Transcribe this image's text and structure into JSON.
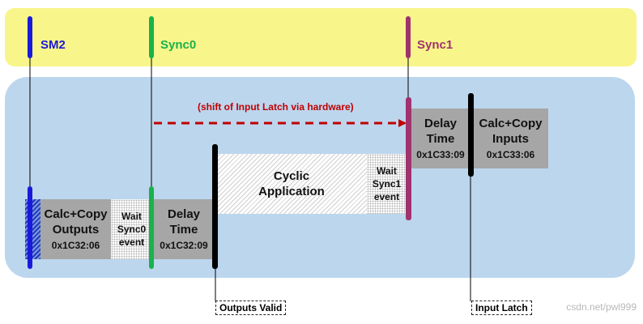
{
  "signals": {
    "sm2": {
      "label": "SM2",
      "color": "#1a1adb"
    },
    "sync0": {
      "label": "Sync0",
      "color": "#19b24b"
    },
    "sync1": {
      "label": "Sync1",
      "color": "#a0336e"
    }
  },
  "shift_label": "(shift of Input Latch via hardware)",
  "shift_color": "#c00000",
  "blocks": {
    "calc_copy_outputs": {
      "title_1": "Calc+Copy",
      "title_2": "Outputs",
      "hex": "0x1C32:06"
    },
    "wait_sync0": {
      "line_1": "Wait",
      "line_2": "Sync0",
      "line_3": "event"
    },
    "delay_outputs": {
      "title_1": "Delay",
      "title_2": "Time",
      "hex": "0x1C32:09"
    },
    "cyclic_application": {
      "line_1": "Cyclic",
      "line_2": "Application"
    },
    "wait_sync1": {
      "line_1": "Wait",
      "line_2": "Sync1",
      "line_3": "event"
    },
    "delay_inputs": {
      "title_1": "Delay",
      "title_2": "Time",
      "hex": "0x1C33:09"
    },
    "calc_copy_inputs": {
      "title_1": "Calc+Copy",
      "title_2": "Inputs",
      "hex": "0x1C33:06"
    }
  },
  "markers": {
    "outputs_valid": "Outputs Valid",
    "input_latch": "Input Latch"
  },
  "watermark": "csdn.net/pwl999"
}
